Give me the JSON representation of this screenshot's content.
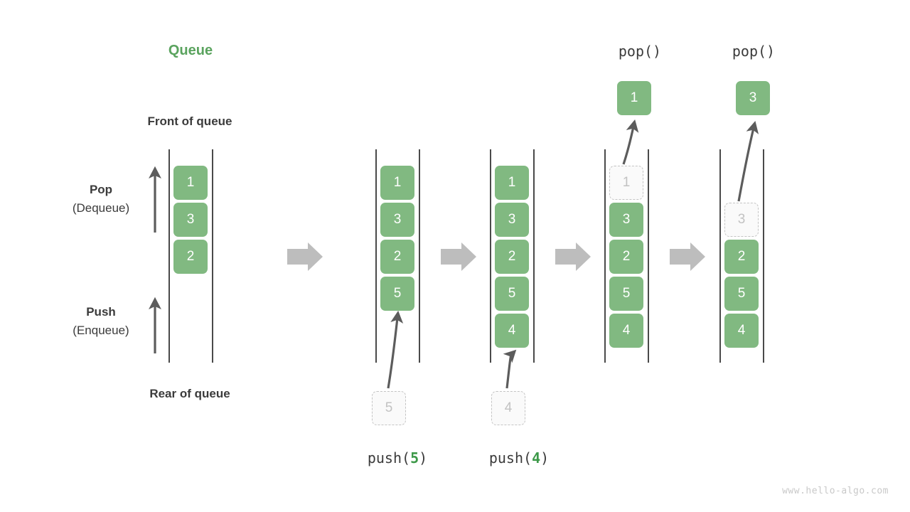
{
  "diagram": {
    "title": "Queue",
    "watermark": "www.hello-algo.com",
    "labels": {
      "front": "Front of queue",
      "rear": "Rear of queue",
      "pop_bold": "Pop",
      "pop_paren": "(Dequeue)",
      "push_bold": "Push",
      "push_paren": "(Enqueue)"
    },
    "colors": {
      "element_green": "#81b981",
      "title_green": "#5aa35e",
      "accent_green": "#3d9949",
      "text_dark": "#3b3b3b",
      "ghost_fill": "#fafafa",
      "ghost_border": "#c4c4c4",
      "ghost_text": "#c2c2c2",
      "rail": "#4a4a4a",
      "arrow_gray": "#bdbdbd",
      "thin_arrow": "#5c5c5c",
      "watermark": "#c9c9c9"
    },
    "steps": [
      {
        "id": "initial",
        "caption": "",
        "op_label": "",
        "elements": [
          "1",
          "3",
          "2"
        ],
        "ghost_in_queue": null,
        "incoming": null,
        "outgoing": null
      },
      {
        "id": "push-5",
        "caption": "push(5)",
        "op_label": "push(",
        "op_value": "5",
        "op_close": ")",
        "elements": [
          "1",
          "3",
          "2",
          "5"
        ],
        "ghost_in_queue": null,
        "incoming": "5",
        "outgoing": null
      },
      {
        "id": "push-4",
        "caption": "push(4)",
        "op_label": "push(",
        "op_value": "4",
        "op_close": ")",
        "elements": [
          "1",
          "3",
          "2",
          "5",
          "4"
        ],
        "ghost_in_queue": null,
        "incoming": "4",
        "outgoing": null
      },
      {
        "id": "pop-1",
        "caption": "pop()",
        "op_label": "pop()",
        "elements": [
          "3",
          "2",
          "5",
          "4"
        ],
        "ghost_in_queue": "1",
        "incoming": null,
        "outgoing": "1"
      },
      {
        "id": "pop-3",
        "caption": "pop()",
        "op_label": "pop()",
        "elements": [
          "2",
          "5",
          "4"
        ],
        "ghost_in_queue": "3",
        "incoming": null,
        "outgoing": "3"
      }
    ],
    "transition_arrows": 4
  }
}
